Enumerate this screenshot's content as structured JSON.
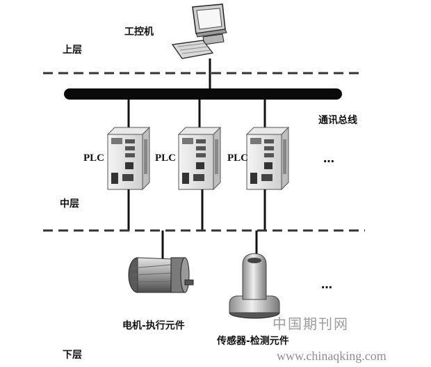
{
  "labels": {
    "ipc": "工控机",
    "upper_layer": "上层",
    "bus": "通讯总线",
    "plc": "PLC",
    "ellipsis": "…",
    "middle_layer": "中层",
    "motor": "电机-执行元件",
    "sensor": "传感器-检测元件",
    "lower_layer": "下层"
  },
  "watermark": {
    "cn": "中国期刊网",
    "url": "www.chinaqking.com"
  }
}
